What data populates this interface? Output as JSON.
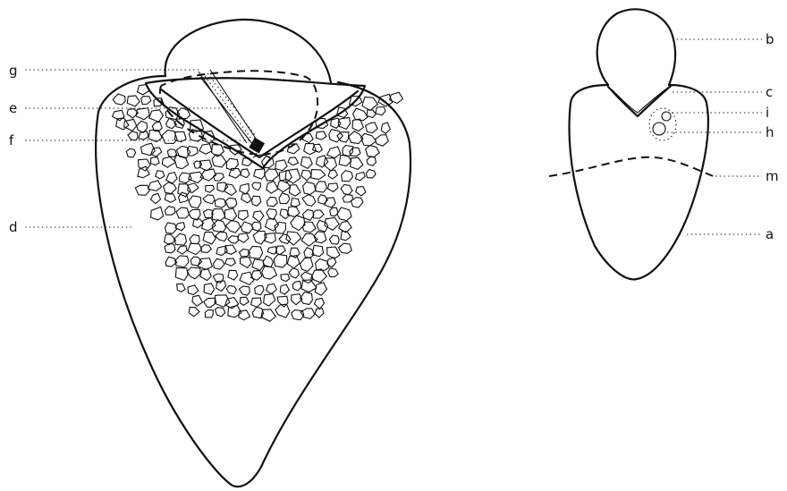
{
  "labels": {
    "g": "g",
    "e": "e",
    "f": "f",
    "d": "d",
    "b": "b",
    "c": "c",
    "i": "i",
    "h": "h",
    "m": "m",
    "a": "a"
  }
}
